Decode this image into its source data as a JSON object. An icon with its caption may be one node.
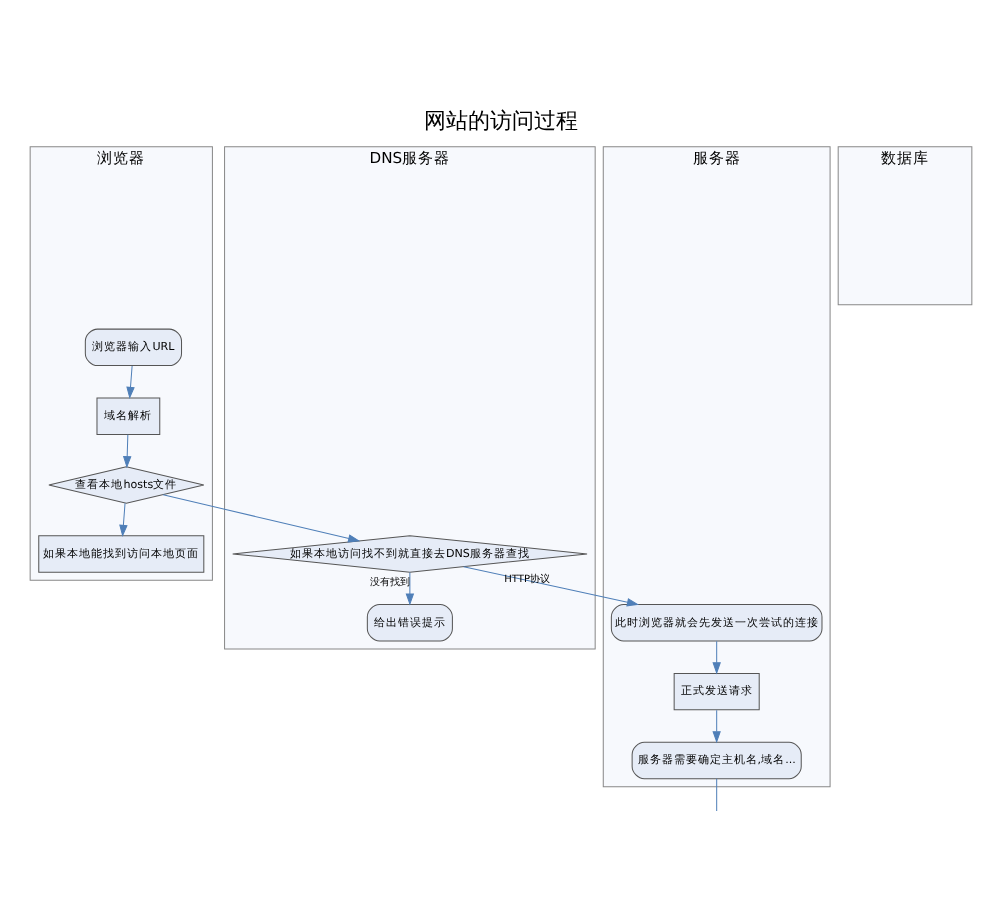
{
  "diagram": {
    "title": "网站的访问过程",
    "nodes": [
      {
        "text": [
          "浏览器"
        ]
      },
      {
        "text": [
          "DNS服务器"
        ]
      },
      {
        "text": [
          "服务器"
        ]
      },
      {
        "text": [
          "数据库"
        ]
      },
      {
        "text": [
          "浏览器输入URL"
        ],
        "in": 0
      },
      {
        "text": [
          "域名解析"
        ],
        "in": 0
      },
      {
        "text": [
          "查看本地hosts文件"
        ],
        "in": 0
      },
      {
        "text": [
          "如果本地能找到访问本地页面"
        ],
        "in": 0
      },
      {
        "text": [
          "如果本地访问找不到就直接去DNS服务器查找"
        ],
        "in": 1
      },
      {
        "text": [
          "给出错误提示"
        ],
        "in": 1
      },
      {
        "text": [
          "此时浏览器就会先发送一次尝试的连接"
        ],
        "in": 2
      },
      {
        "text": [
          "正式发送请求"
        ],
        "in": 2
      },
      {
        "text": [
          "服务器需要确定主机名,域名..."
        ],
        "in": 2
      }
    ],
    "edges": [
      {
        "from": 4,
        "to": 5,
        "arrow": "to"
      },
      {
        "from": 5,
        "to": 6,
        "arrow": "to"
      },
      {
        "from": 6,
        "to": 7,
        "arrow": "to"
      },
      {
        "from": 6,
        "to": 8,
        "arrow": "to"
      },
      {
        "from": 8,
        "to": 9,
        "label": "没有找到",
        "arrow": "to"
      },
      {
        "from": 8,
        "to": 10,
        "label": "HTTP协议",
        "arrow": "to"
      },
      {
        "from": 10,
        "to": 11,
        "arrow": "to"
      },
      {
        "from": 11,
        "to": 12,
        "arrow": "to"
      },
      {
        "from": 12,
        "to": null,
        "arrow": "none"
      }
    ]
  }
}
